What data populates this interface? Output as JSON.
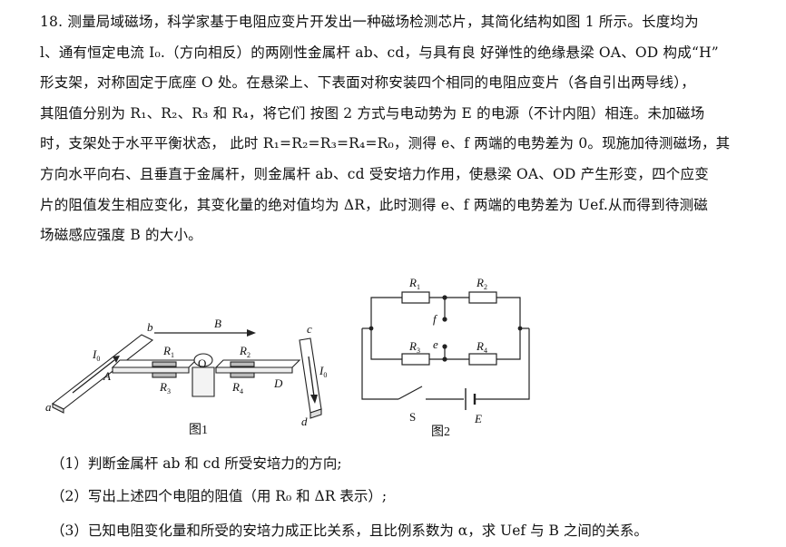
{
  "problem": {
    "lines": [
      "18. 测量局域磁场，科学家基于电阻应变片开发出一种磁场检测芯片，其简化结构如图 1 所示。长度均为",
      "l、通有恒定电流 I₀.（方向相反）的两刚性金属杆 ab、cd，与具有良 好弹性的绝缘悬梁 OA、OD 构成“H”",
      "形支架，对称固定于底座 O 处。在悬梁上、下表面对称安装四个相同的电阻应变片（各自引出两导线），",
      "其阻值分别为 R₁、R₂、R₃ 和 R₄，将它们 按图 2 方式与电动势为 E 的电源（不计内阻）相连。未加磁场",
      "时，支架处于水平平衡状态， 此时 R₁=R₂=R₃=R₄=R₀，测得 e、f 两端的电势差为 0。现施加待测磁场，其",
      "方向水平向右、且垂直于金属杆，则金属杆 ab、cd 受安培力作用，使悬梁 OA、OD 产生形变，四个应变",
      "片的阻值发生相应变化，其变化量的绝对值均为 ΔR，此时测得 e、f 两端的电势差为 Uef.从而得到待测磁",
      "场磁感应强度 B 的大小。"
    ]
  },
  "figure1": {
    "caption": "图1",
    "labels": {
      "a": "a",
      "b": "b",
      "c": "c",
      "d": "d",
      "B": "B",
      "I0": "I",
      "I0_sub": "0",
      "A": "A",
      "D": "D",
      "O": "O",
      "R1": "R",
      "R2": "R",
      "R3": "R",
      "R4": "R",
      "s1": "1",
      "s2": "2",
      "s3": "3",
      "s4": "4"
    }
  },
  "figure2": {
    "caption": "图2",
    "labels": {
      "R": "R",
      "s1": "1",
      "s2": "2",
      "s3": "3",
      "s4": "4",
      "f": "f",
      "e": "e",
      "S": "S",
      "E": "E"
    }
  },
  "questions": [
    "（1）判断金属杆 ab 和 cd 所受安培力的方向;",
    "（2）写出上述四个电阻的阻值（用 R₀ 和 ΔR 表示）;",
    "（3）已知电阻变化量和所受的安培力成正比关系，且比例系数为 α，求 Uef 与 B 之间的关系。"
  ]
}
